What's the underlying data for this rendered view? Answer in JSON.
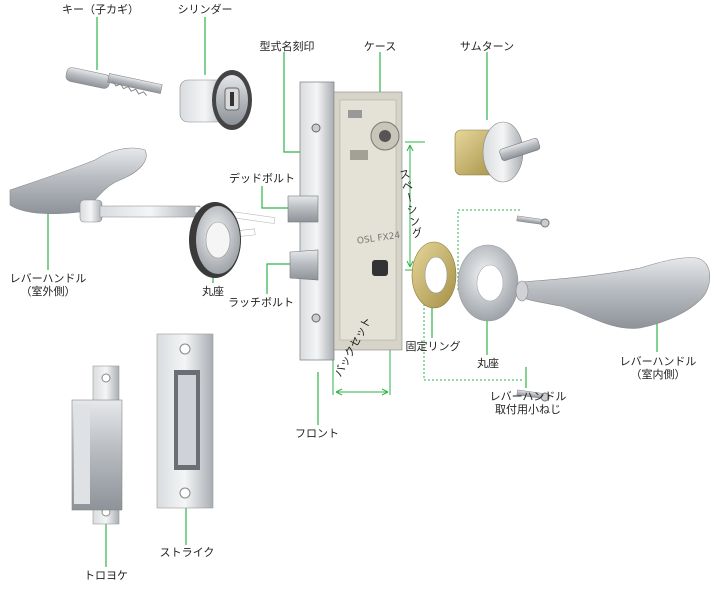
{
  "labels": {
    "key": "キー（子カギ）",
    "cylinder": "シリンダー",
    "model_stamp": "型式名刻印",
    "case": "ケース",
    "thumbturn": "サムターン",
    "deadbolt": "デッドボルト",
    "lever_outer_l1": "レバーハンドル",
    "lever_outer_l2": "（室外側）",
    "rosette_left": "丸座",
    "latchbolt": "ラッチボルト",
    "fixing_ring": "固定リング",
    "rosette_right": "丸座",
    "lever_inner_l1": "レバーハンドル",
    "lever_inner_l2": "（室内側）",
    "backset": "バックセット",
    "spacing": "スペーシング",
    "front": "フロント",
    "screw_l1": "レバーハンドル",
    "screw_l2": "取付用小ねじ",
    "box_strike": "トロヨケ",
    "strike": "ストライク"
  },
  "case_marking": "OSL FX24",
  "colors": {
    "leader": "#2fb34a",
    "steel": "#bfc3c8",
    "steel_dark": "#8a8f96",
    "brass": "#c9b36b",
    "text": "#222222"
  }
}
